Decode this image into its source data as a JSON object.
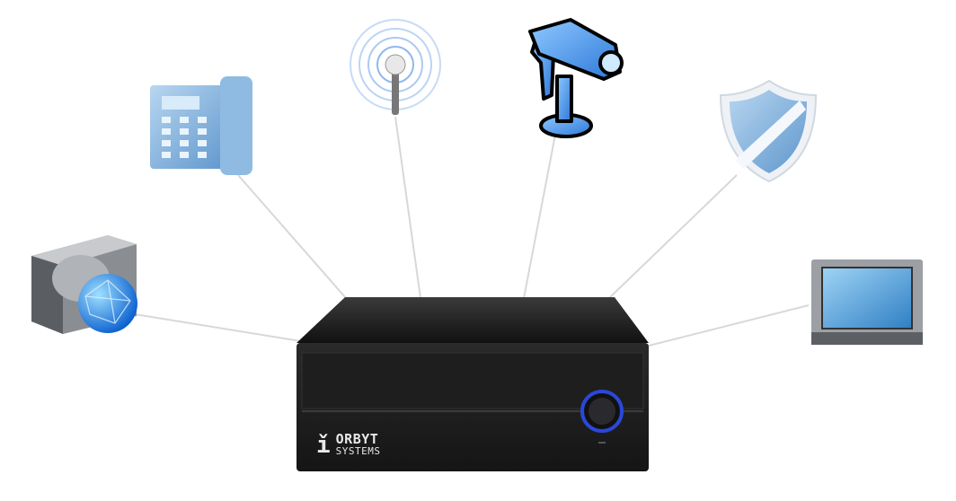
{
  "device": {
    "brand_line1": "ORBYT",
    "brand_line2": "SYSTEMS",
    "power_color": "#2a48d8"
  },
  "connected_devices": [
    {
      "name": "network-storage",
      "icon": "hard-drive-globe-icon"
    },
    {
      "name": "telephone",
      "icon": "phone-icon"
    },
    {
      "name": "wireless",
      "icon": "antenna-icon"
    },
    {
      "name": "security-camera",
      "icon": "camera-icon"
    },
    {
      "name": "security",
      "icon": "shield-icon"
    },
    {
      "name": "television",
      "icon": "tv-icon"
    }
  ],
  "colors": {
    "line": "#d8d8d8",
    "icon_blue": "#7fb2de"
  }
}
